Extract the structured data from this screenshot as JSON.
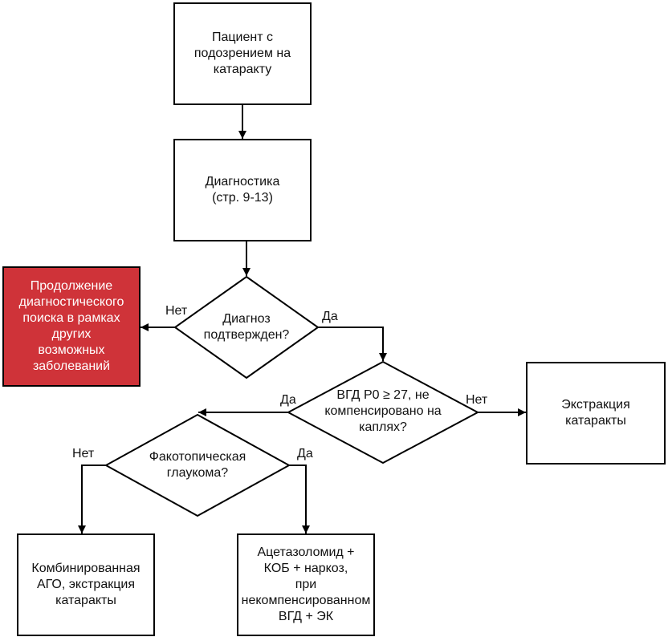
{
  "nodes": {
    "patient": "Пациент с\nподозрением на\nкатаракту",
    "diagnostics": "Диагностика\n(стр. 9-13)",
    "continue_search": "Продолжение\nдиагностического\nпоиска в рамках\nдругих\nвозможных\nзаболеваний",
    "diagnosis_confirmed": "Диагноз\nподтвержден?",
    "iop_question": "ВГД P0 ≥ 27, не\nкомпенсировано на\nкаплях?",
    "extraction": "Экстракция\nкатаракты",
    "phacotopic": "Факотопическая\nглаукома?",
    "combined": "Комбинированная\nАГО, экстракция\nкатаракты",
    "acetazolamide": "Ацетазоломид +\nКОБ + наркоз,\nпри\nнекомпенсированном\nВГД + ЭК"
  },
  "edge_labels": {
    "no_1": "Нет",
    "yes_1": "Да",
    "yes_2": "Да",
    "no_2": "Нет",
    "no_3": "Нет",
    "yes_3": "Да"
  },
  "colors": {
    "highlight_fill": "#cf3339",
    "stroke": "#000000",
    "text": "#111111"
  }
}
